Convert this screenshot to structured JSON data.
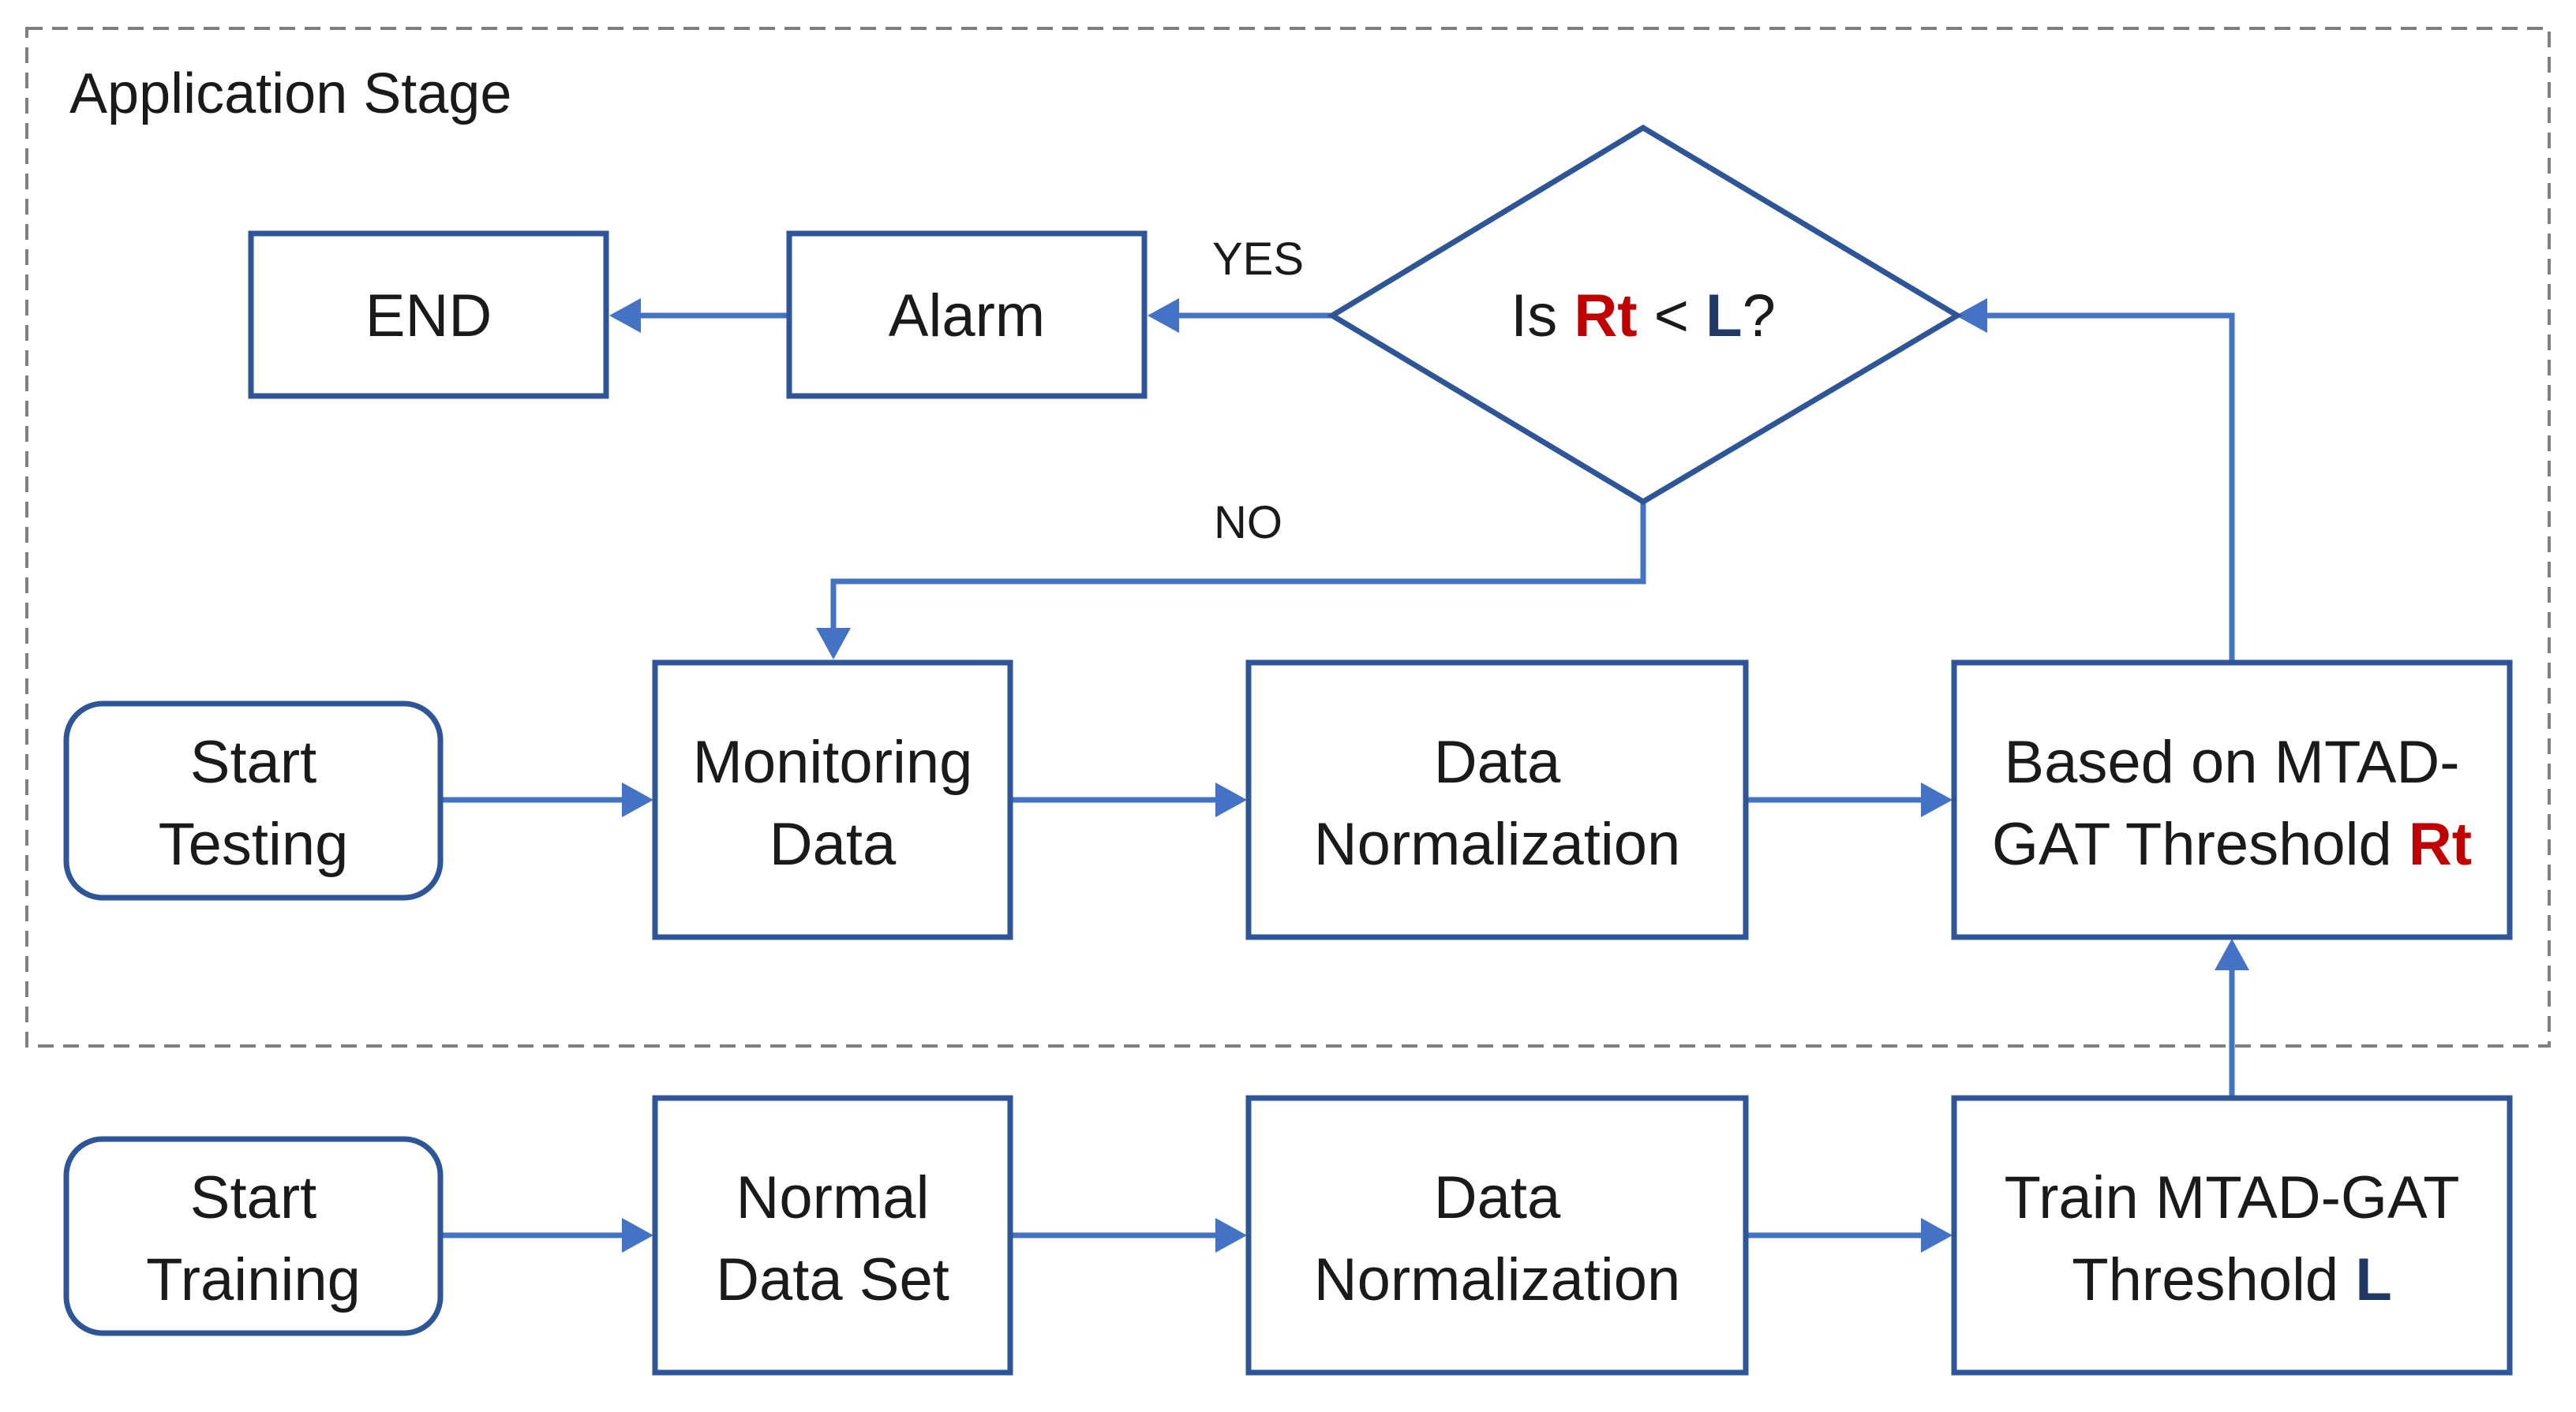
{
  "stage": {
    "title": "Application Stage"
  },
  "nodes": {
    "end": {
      "label": "END"
    },
    "alarm": {
      "label": "Alarm"
    },
    "decision": {
      "prefix": "Is ",
      "var_rt": "Rt",
      "operator": " < ",
      "var_l": "L",
      "suffix": "?"
    },
    "start_testing": {
      "line1": "Start",
      "line2": "Testing"
    },
    "monitoring_data": {
      "line1": "Monitoring",
      "line2": "Data"
    },
    "data_normalization_test": {
      "line1": "Data",
      "line2": "Normalization"
    },
    "mtad_threshold": {
      "line1": "Based on MTAD-",
      "line2_text": "GAT Threshold ",
      "line2_var": "Rt"
    },
    "start_training": {
      "line1": "Start",
      "line2": "Training"
    },
    "normal_data_set": {
      "line1": "Normal",
      "line2": "Data Set"
    },
    "data_normalization_train": {
      "line1": "Data",
      "line2": "Normalization"
    },
    "train_mtad": {
      "line1": "Train MTAD-GAT",
      "line2_text": "Threshold ",
      "line2_var": "L"
    }
  },
  "edges": {
    "yes_label": "YES",
    "no_label": "NO"
  },
  "colors": {
    "node_border": "#2e5597",
    "connector": "#4472c4",
    "highlight_rt": "#c00000",
    "highlight_l": "#1f3864",
    "stage_border": "#7f7f7f"
  }
}
